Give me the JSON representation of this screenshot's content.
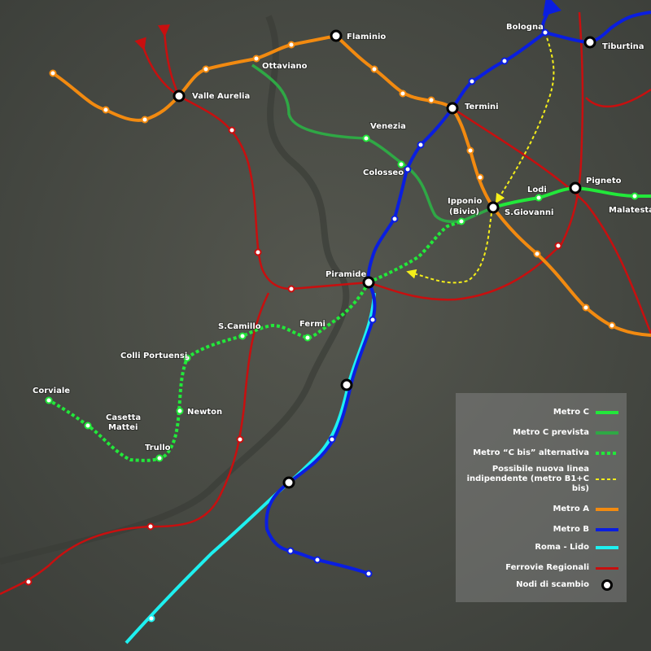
{
  "colors": {
    "metro_c": "#22e83a",
    "metro_c_prevista": "#2fa845",
    "metro_c_bis": "#22e83a",
    "nuova_linea": "#f4ee1a",
    "metro_a": "#f28a10",
    "metro_b": "#0a1ee0",
    "roma_lido": "#1ef0f0",
    "ferrovie": "#c80f0f",
    "node": "#ffffff"
  },
  "stations": {
    "flaminio": "Flaminio",
    "ottaviano": "Ottaviano",
    "valle_aurelia": "Valle Aurelia",
    "bologna": "Bologna",
    "tiburtina": "Tiburtina",
    "termini": "Termini",
    "venezia": "Venezia",
    "colosseo": "Colosseo",
    "ipponio": "Ipponio",
    "bivio": "(Bivio)",
    "lodi": "Lodi",
    "pigneto": "Pigneto",
    "s_giovanni": "S.Giovanni",
    "malatesta": "Malatesta",
    "piramide": "Piramide",
    "s_camillo": "S.Camillo",
    "fermi": "Fermi",
    "colli_portuensi": "Colli Portuensi",
    "corviale": "Corviale",
    "casetta": "Casetta",
    "mattei": "Mattei",
    "newton": "Newton",
    "trullo": "Trullo"
  },
  "legend": [
    {
      "label": "Metro C",
      "style": "solid",
      "color": "#22e83a"
    },
    {
      "label": "Metro C prevista",
      "style": "solid",
      "color": "#2fa845"
    },
    {
      "label": "Metro “C bis” alternativa",
      "style": "dotted",
      "color": "#22e83a"
    },
    {
      "label": "Possibile nuova linea",
      "label2": "indipendente (metro B1+C bis)",
      "style": "dashed",
      "color": "#f4ee1a"
    },
    {
      "label": "Metro A",
      "style": "solid",
      "color": "#f28a10"
    },
    {
      "label": "Metro B",
      "style": "solid",
      "color": "#0a1ee0"
    },
    {
      "label": "Roma - Lido",
      "style": "solid",
      "color": "#1ef0f0"
    },
    {
      "label": "Ferrovie Regionali",
      "style": "solid",
      "color": "#c80f0f"
    },
    {
      "label": "Nodi di scambio",
      "style": "node"
    }
  ]
}
